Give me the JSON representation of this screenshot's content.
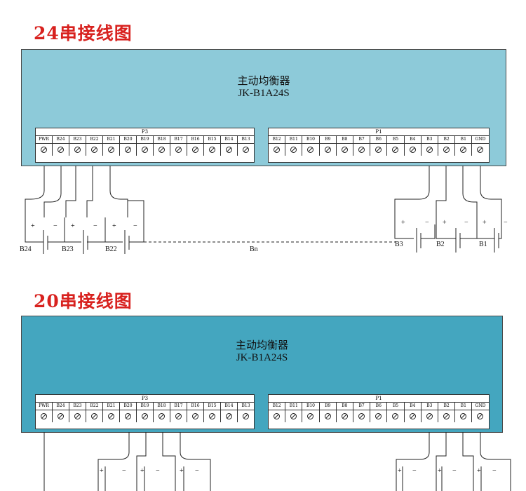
{
  "diagram24": {
    "title": "24串接线图",
    "module_name": "主动均衡器",
    "model": "JK-B1A24S",
    "color": "#8dcad9"
  },
  "diagram20": {
    "title": "20串接线图",
    "module_name": "主动均衡器",
    "model": "JK-B1A24S",
    "color": "#44a6bf"
  },
  "connectors": {
    "left_name": "P3",
    "right_name": "P1",
    "left_pins": [
      "PWR",
      "B24",
      "B23",
      "B22",
      "B21",
      "B20",
      "B19",
      "B18",
      "B17",
      "B16",
      "B15",
      "B14",
      "B13"
    ],
    "right_pins": [
      "B12",
      "B11",
      "B10",
      "B9",
      "B8",
      "B7",
      "B6",
      "B5",
      "B4",
      "B3",
      "B2",
      "B1",
      "GND"
    ]
  },
  "batteries24": {
    "left": [
      "B24",
      "B23",
      "B22"
    ],
    "right": [
      "B3",
      "B2",
      "B1"
    ],
    "middle": "Bn",
    "plus": "+",
    "minus": "−"
  }
}
